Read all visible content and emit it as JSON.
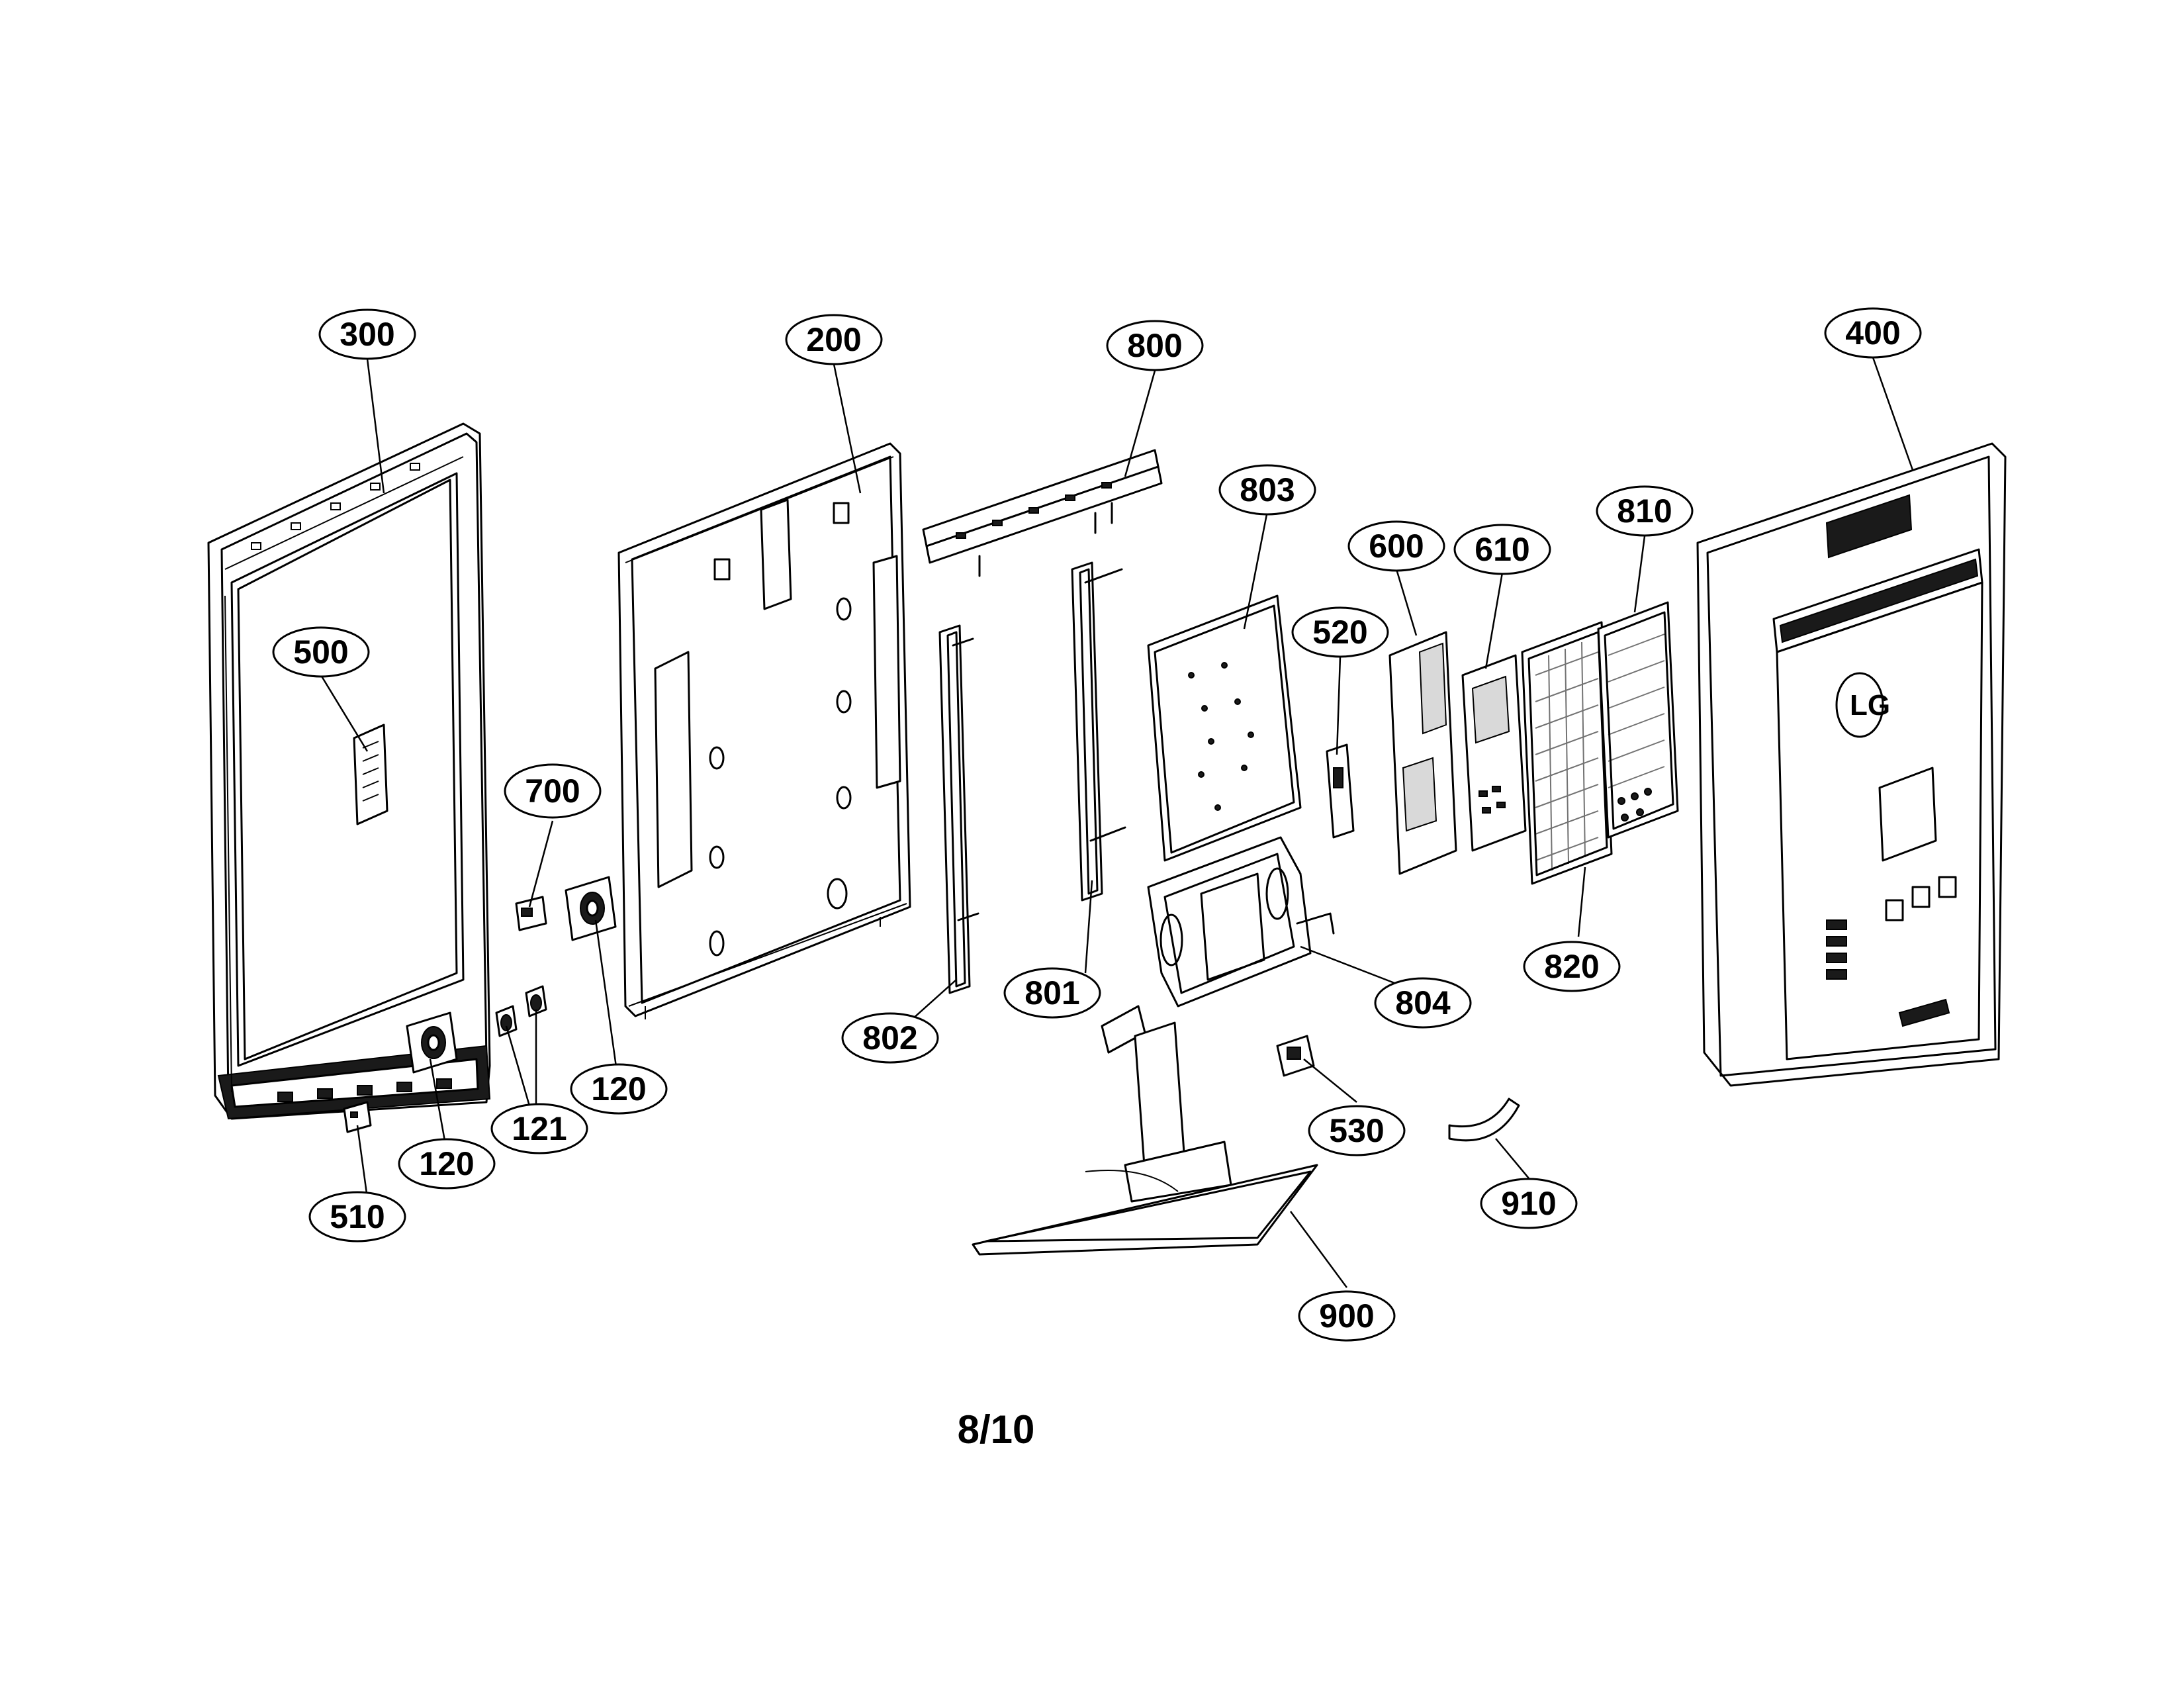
{
  "diagram": {
    "callouts": [
      {
        "id": "c300",
        "label": "300"
      },
      {
        "id": "c200",
        "label": "200"
      },
      {
        "id": "c800",
        "label": "800"
      },
      {
        "id": "c400",
        "label": "400"
      },
      {
        "id": "c803",
        "label": "803"
      },
      {
        "id": "c810",
        "label": "810"
      },
      {
        "id": "c600",
        "label": "600"
      },
      {
        "id": "c610",
        "label": "610"
      },
      {
        "id": "c500",
        "label": "500"
      },
      {
        "id": "c520",
        "label": "520"
      },
      {
        "id": "c700",
        "label": "700"
      },
      {
        "id": "c120a",
        "label": "120"
      },
      {
        "id": "c120b",
        "label": "120"
      },
      {
        "id": "c121",
        "label": "121"
      },
      {
        "id": "c510",
        "label": "510"
      },
      {
        "id": "c802",
        "label": "802"
      },
      {
        "id": "c801",
        "label": "801"
      },
      {
        "id": "c804",
        "label": "804"
      },
      {
        "id": "c820",
        "label": "820"
      },
      {
        "id": "c530",
        "label": "530"
      },
      {
        "id": "c910",
        "label": "910"
      },
      {
        "id": "c900",
        "label": "900"
      }
    ],
    "brand_logo": "LG"
  },
  "page_number": "8/10"
}
